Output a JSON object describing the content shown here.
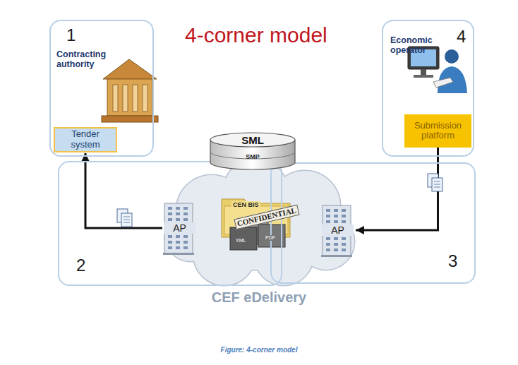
{
  "diagram": {
    "title": "4-corner model",
    "caption": "Figure: 4-corner model",
    "nodes": [
      {
        "text": [
          "1",
          "Contracting authority"
        ]
      },
      {
        "text": [
          "Tender system"
        ],
        "in": 0
      },
      {
        "text": [
          "Economic operator",
          "4"
        ]
      },
      {
        "text": [
          "Submission platform"
        ],
        "in": 2
      },
      {
        "text": [
          "2"
        ]
      },
      {
        "text": [
          "3"
        ]
      },
      {
        "text": [
          "AP"
        ],
        "in": 4
      },
      {
        "text": [
          "AP"
        ],
        "in": 5
      },
      {
        "text": [
          "SML",
          "SMP"
        ]
      }
    ],
    "edges": [
      {
        "from": 3,
        "to": 7,
        "arrow": "to"
      },
      {
        "from": 6,
        "to": 1,
        "arrow": "to"
      },
      {
        "from": 8,
        "to": 6,
        "arrow": "both"
      },
      {
        "from": 8,
        "to": 7,
        "arrow": "both"
      }
    ],
    "labels": [
      "CEN BIS",
      "CONFIDENTIAL",
      "XML",
      "PDF",
      "CEF eDelivery"
    ]
  }
}
